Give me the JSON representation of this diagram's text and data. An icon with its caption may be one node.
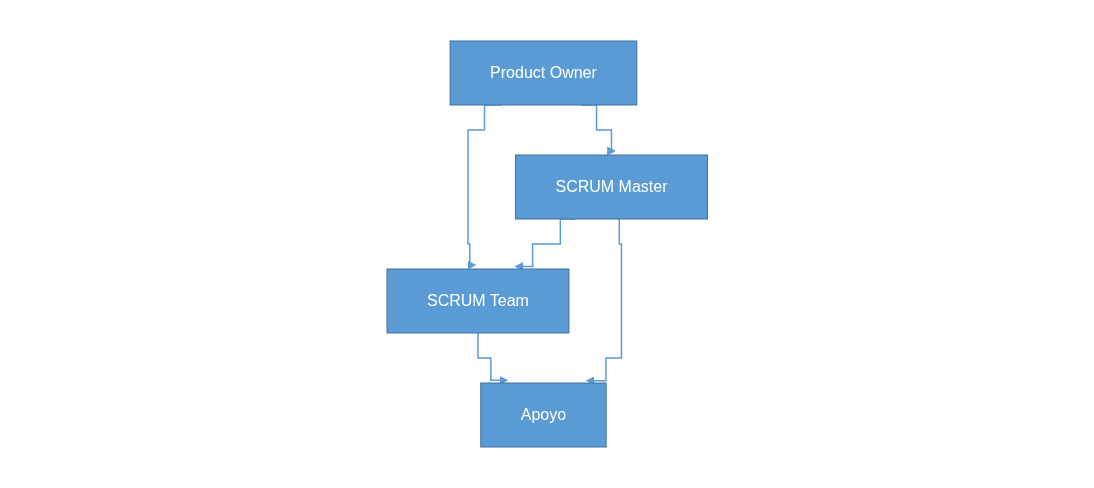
{
  "diagram": {
    "nodes": [
      {
        "text": [
          "Product Owner"
        ]
      },
      {
        "text": [
          "SCRUM Master"
        ]
      },
      {
        "text": [
          "SCRUM Team"
        ]
      },
      {
        "text": [
          "Apoyo"
        ]
      }
    ],
    "edges": [
      {
        "from": 0,
        "to": 1,
        "arrow": "to"
      },
      {
        "from": 0,
        "to": 2,
        "arrow": "to"
      },
      {
        "from": 1,
        "to": 2,
        "arrow": "to"
      },
      {
        "from": 2,
        "to": 3,
        "arrow": "to"
      },
      {
        "from": 1,
        "to": 3,
        "arrow": "to"
      }
    ]
  }
}
